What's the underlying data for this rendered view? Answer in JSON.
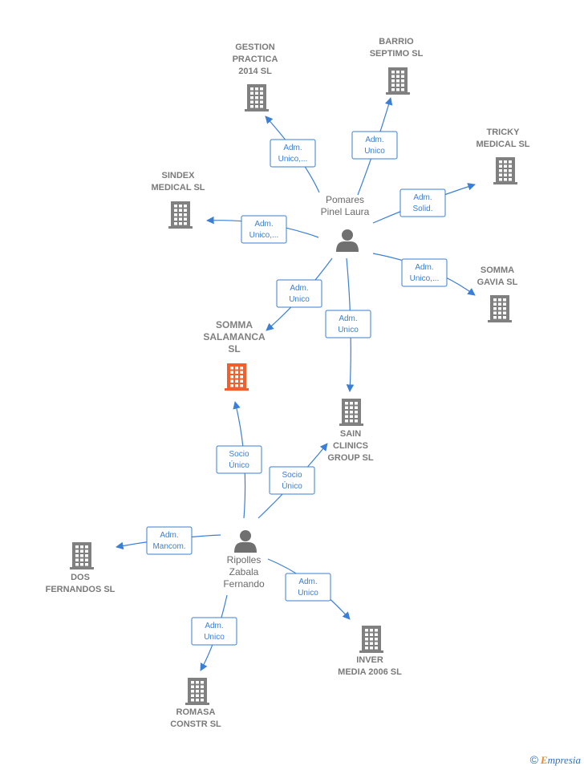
{
  "colors": {
    "edge": "#3a7fd5",
    "company": "#808080",
    "main_company": "#f0602c",
    "person": "#707070"
  },
  "people": [
    {
      "id": "pomares",
      "lines": [
        "Pomares",
        "Pinel Laura"
      ]
    },
    {
      "id": "ripolles",
      "lines": [
        "Ripolles",
        "Zabala",
        "Fernando"
      ]
    }
  ],
  "companies": [
    {
      "id": "gestion",
      "lines": [
        "GESTION",
        "PRACTICA",
        "2014  SL"
      ],
      "icon": "building-icon"
    },
    {
      "id": "barrio",
      "lines": [
        "BARRIO",
        "SEPTIMO  SL"
      ],
      "icon": "building-icon"
    },
    {
      "id": "tricky",
      "lines": [
        "TRICKY",
        "MEDICAL  SL"
      ],
      "icon": "building-icon"
    },
    {
      "id": "sindex",
      "lines": [
        "SINDEX",
        "MEDICAL  SL"
      ],
      "icon": "building-icon"
    },
    {
      "id": "somma_gavia",
      "lines": [
        "SOMMA",
        "GAVIA  SL"
      ],
      "icon": "building-icon"
    },
    {
      "id": "somma_salamanca",
      "lines": [
        "SOMMA",
        "SALAMANCA",
        "SL"
      ],
      "icon": "building-icon",
      "main": true
    },
    {
      "id": "sain",
      "lines": [
        "SAIN",
        "CLINICS",
        "GROUP  SL"
      ],
      "icon": "building-icon"
    },
    {
      "id": "dos",
      "lines": [
        "DOS",
        "FERNANDOS SL"
      ],
      "icon": "building-icon"
    },
    {
      "id": "inver",
      "lines": [
        "INVER",
        "MEDIA 2006 SL"
      ],
      "icon": "building-icon"
    },
    {
      "id": "romasa",
      "lines": [
        "ROMASA",
        "CONSTR SL"
      ],
      "icon": "building-icon"
    }
  ],
  "relations": [
    {
      "from": "pomares",
      "to": "gestion",
      "role": [
        "Adm.",
        "Unico,..."
      ]
    },
    {
      "from": "pomares",
      "to": "barrio",
      "role": [
        "Adm.",
        "Unico"
      ]
    },
    {
      "from": "pomares",
      "to": "tricky",
      "role": [
        "Adm.",
        "Solid."
      ]
    },
    {
      "from": "pomares",
      "to": "sindex",
      "role": [
        "Adm.",
        "Unico,..."
      ]
    },
    {
      "from": "pomares",
      "to": "somma_gavia",
      "role": [
        "Adm.",
        "Unico,..."
      ]
    },
    {
      "from": "pomares",
      "to": "somma_salamanca",
      "role": [
        "Adm.",
        "Unico"
      ]
    },
    {
      "from": "pomares",
      "to": "sain",
      "role": [
        "Adm.",
        "Unico"
      ]
    },
    {
      "from": "ripolles",
      "to": "somma_salamanca",
      "role": [
        "Socio",
        "Único"
      ]
    },
    {
      "from": "ripolles",
      "to": "sain",
      "role": [
        "Socio",
        "Único"
      ]
    },
    {
      "from": "ripolles",
      "to": "dos",
      "role": [
        "Adm.",
        "Mancom."
      ]
    },
    {
      "from": "ripolles",
      "to": "inver",
      "role": [
        "Adm.",
        "Unico"
      ]
    },
    {
      "from": "ripolles",
      "to": "romasa",
      "role": [
        "Adm.",
        "Unico"
      ]
    }
  ],
  "brand": {
    "copyright": "©",
    "name_initial": "E",
    "name_rest": "mpresia"
  }
}
